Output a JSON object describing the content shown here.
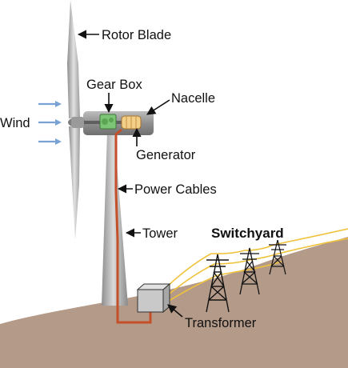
{
  "labels": {
    "rotor_blade": "Rotor Blade",
    "gear_box": "Gear Box",
    "nacelle": "Nacelle",
    "wind": "Wind",
    "generator": "Generator",
    "power_cables": "Power Cables",
    "tower": "Tower",
    "switchyard": "Switchyard",
    "transformer": "Transformer"
  },
  "colors": {
    "ground": "#b49a88",
    "tower": "#a9a9a9",
    "nacelle": "#9a9a9a",
    "gear_box": "#7cc576",
    "generator": "#f2d08a",
    "power_cable": "#c4502a",
    "wind_arrows": "#79a3d6",
    "transmission_lines": "#f0c23a",
    "transformer": "#c9c9c9"
  }
}
